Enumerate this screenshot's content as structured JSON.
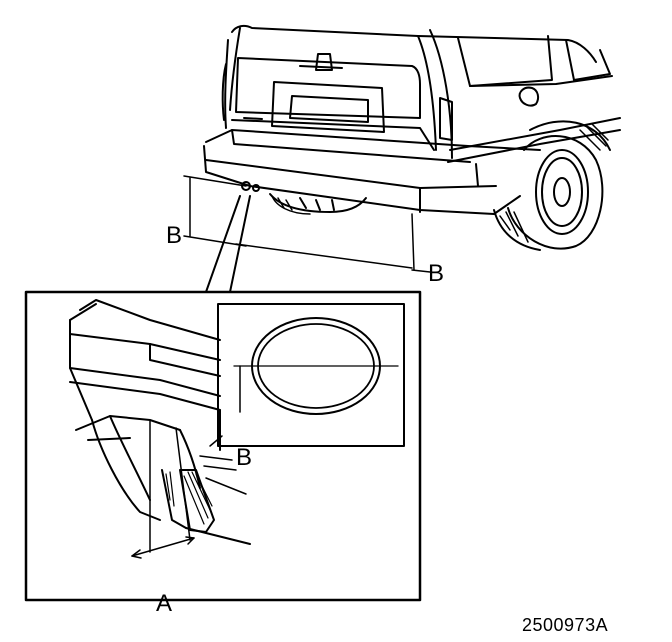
{
  "figure": {
    "labels": {
      "a": "A",
      "b_vertical": "B",
      "b_horizontal": "B",
      "b_detail": "B"
    },
    "code": "2500973A"
  },
  "colors": {
    "line": "#000000",
    "background": "#ffffff"
  }
}
